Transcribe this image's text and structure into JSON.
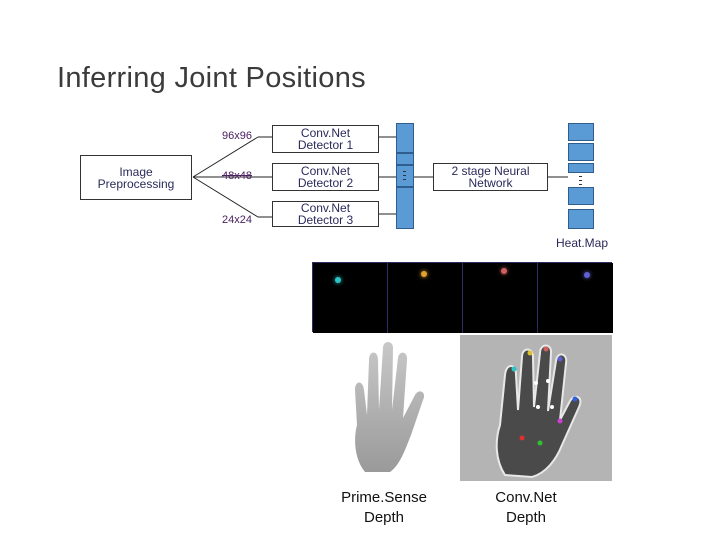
{
  "title": "Inferring Joint Positions",
  "preprocessing": {
    "label_line1": "Image",
    "label_line2": "Preprocessing"
  },
  "resolutions": [
    "96x96",
    "48x48",
    "24x24"
  ],
  "detectors": [
    {
      "line1": "Conv.Net",
      "line2": "Detector 1"
    },
    {
      "line1": "Conv.Net",
      "line2": "Detector 2"
    },
    {
      "line1": "Conv.Net",
      "line2": "Detector 3"
    }
  ],
  "neural_network": {
    "line1": "2 stage Neural",
    "line2": "Network"
  },
  "heatmap_label": "Heat.Map",
  "captions": {
    "primesense": {
      "line1": "Prime.Sense",
      "line2": "Depth"
    },
    "convnet": {
      "line1": "Conv.Net",
      "line2": "Depth"
    }
  },
  "colors": {
    "stack_blue": "#5b9bd5",
    "heat_dot_1": "#2ec4c4",
    "heat_dot_2": "#e0a030",
    "heat_dot_3": "#d06060",
    "heat_dot_4": "#6060d0"
  }
}
